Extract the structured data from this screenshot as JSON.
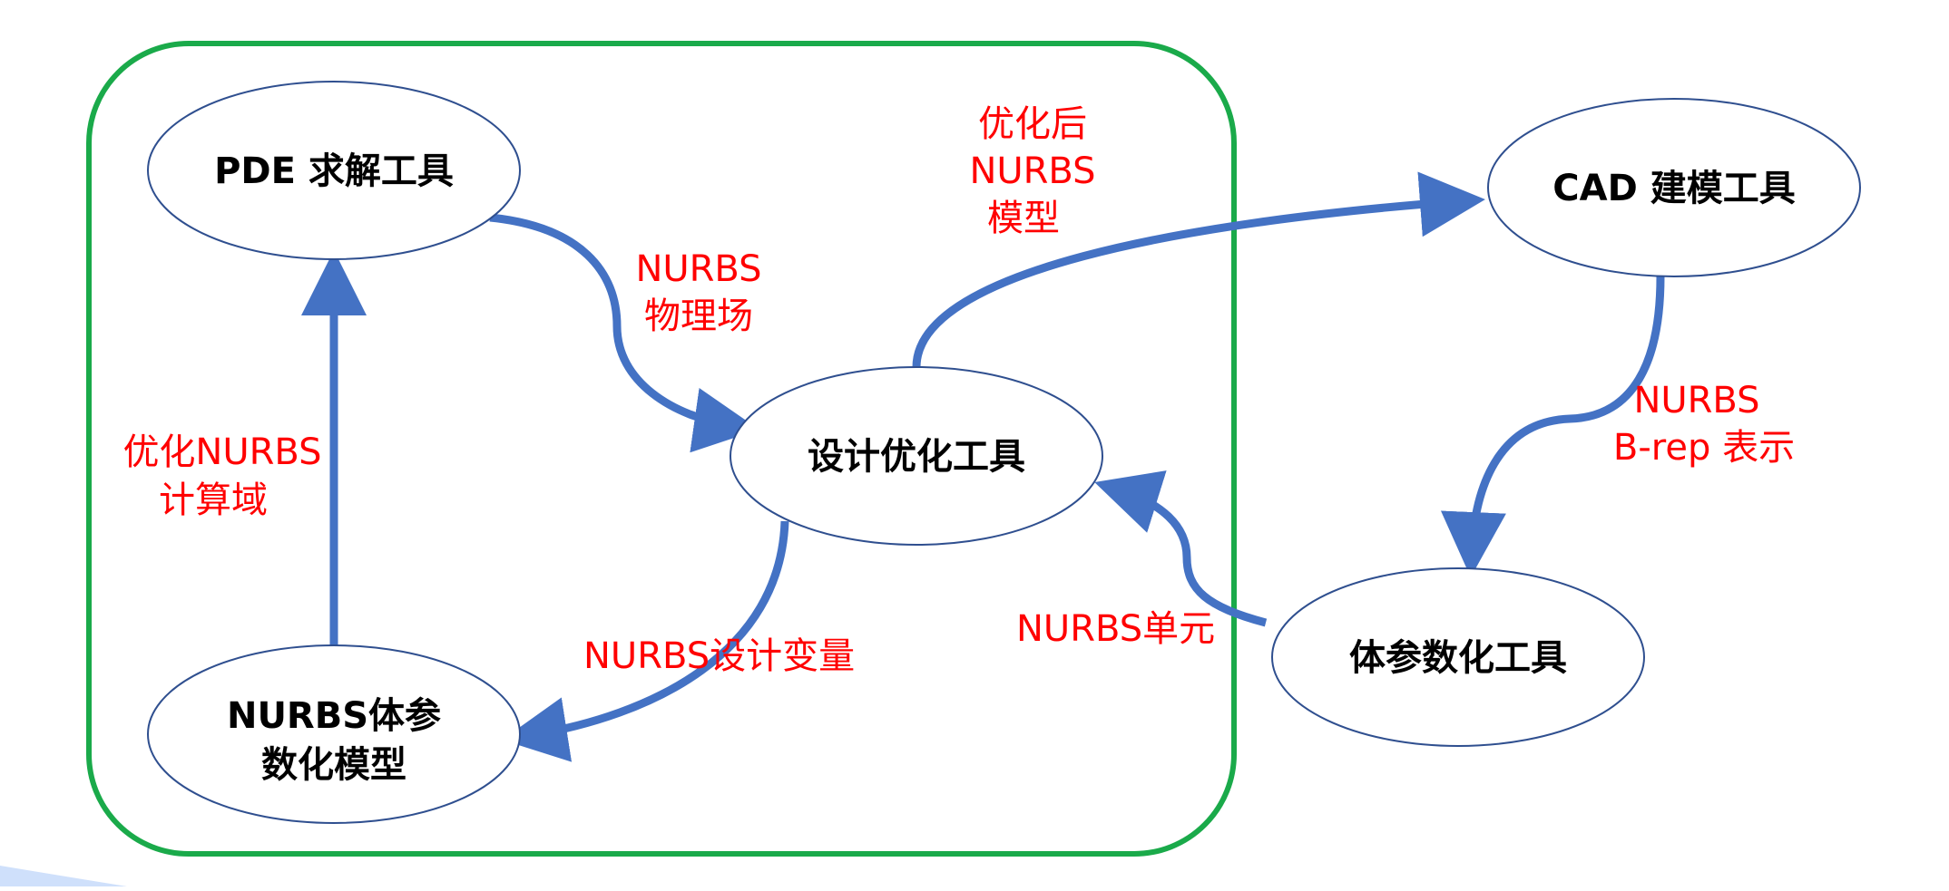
{
  "colors": {
    "group_border": "#1aaa4a",
    "edge": "#4472c4",
    "node_border": "#2f4f8f",
    "node_text": "#000000",
    "edge_text": "#ff0000",
    "corner_decoration": "#cfe0fb"
  },
  "nodes": {
    "pde": "PDE 求解工具",
    "design_opt": "设计优化工具",
    "nurbs_model_line1": "NURBS体参",
    "nurbs_model_line2": "数化模型",
    "cad": "CAD 建模工具",
    "vol_param": "体参数化工具"
  },
  "edge_labels": {
    "physics_line1": "NURBS",
    "physics_line2": "物理场",
    "optimized_line1": "优化后",
    "optimized_line2": "NURBS",
    "optimized_line3": "模型",
    "domain_line1": "优化NURBS",
    "domain_line2": "计算域",
    "design_vars": "NURBS设计变量",
    "elements": "NURBS单元",
    "brep_line1": "NURBS",
    "brep_line2": "B-rep 表示"
  }
}
